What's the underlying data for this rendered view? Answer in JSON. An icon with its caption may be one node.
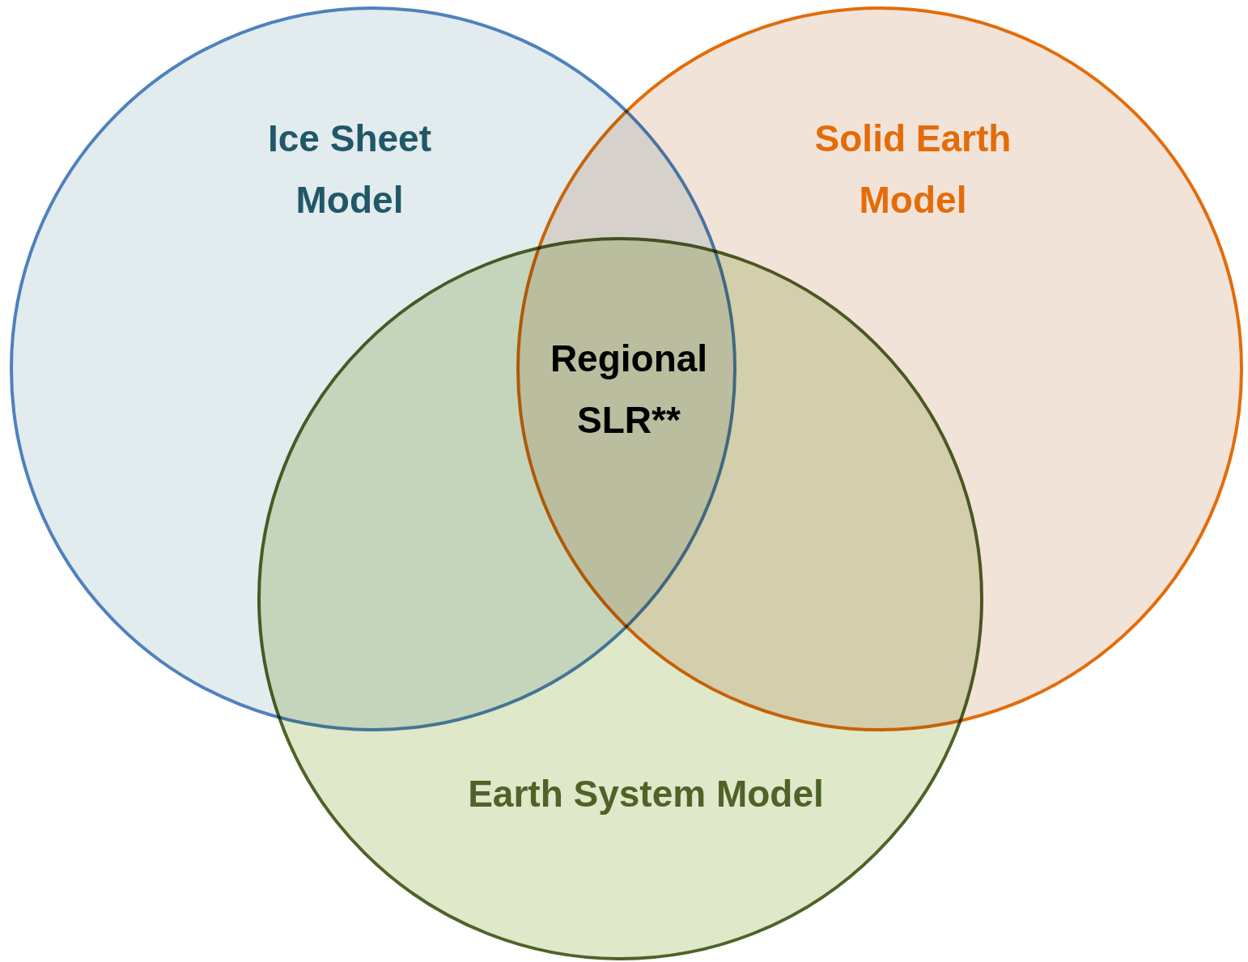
{
  "diagram": {
    "nodes": [
      {
        "text": [
          "Ice Sheet Model"
        ]
      },
      {
        "text": [
          "Solid Earth Model"
        ]
      },
      {
        "text": [
          "Earth System Model"
        ]
      }
    ],
    "edges": [],
    "labels": [
      "Regional SLR**"
    ]
  }
}
